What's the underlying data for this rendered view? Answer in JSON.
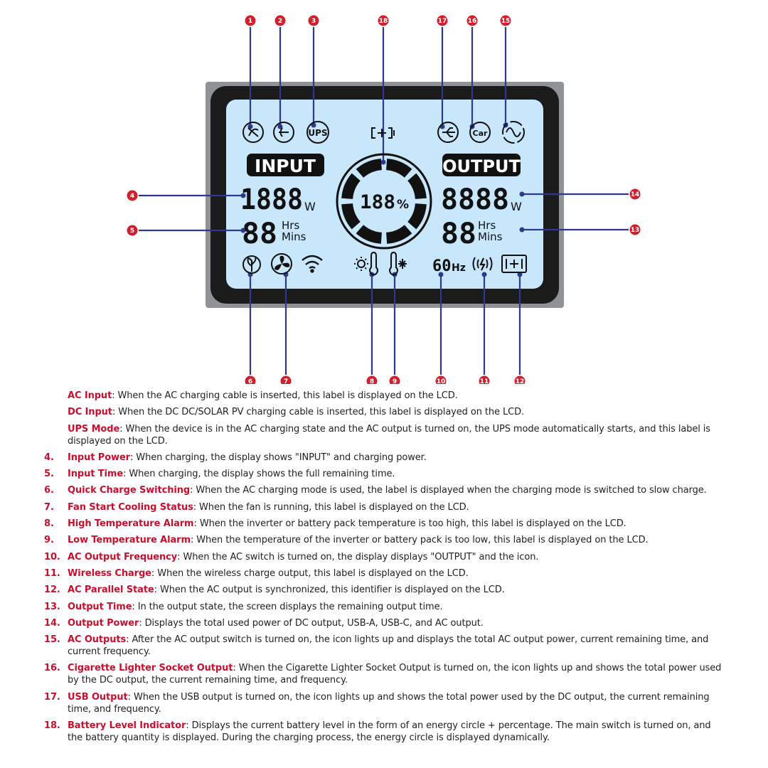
{
  "lcd": {
    "input_label": "INPUT",
    "output_label": "OUTPUT",
    "input_power": "1888",
    "input_power_unit": "W",
    "input_time": "88",
    "output_power": "8888",
    "output_power_unit": "W",
    "output_time": "88",
    "hrs": "Hrs",
    "mins": "Mins",
    "battery_percent": "188",
    "percent_sign": "%",
    "frequency": "60",
    "frequency_unit": "Hz",
    "ups": "UPS",
    "car": "Car"
  },
  "badges": [
    "1",
    "2",
    "3",
    "4",
    "5",
    "6",
    "7",
    "8",
    "9",
    "10",
    "11",
    "12",
    "13",
    "14",
    "15",
    "16",
    "17",
    "18"
  ],
  "icons": {
    "1": "ac-input-icon",
    "2": "dc-input-icon",
    "3": "ups-icon",
    "6": "leaf-icon",
    "7": "fan-icon",
    "8": "high-temp-icon",
    "9": "low-temp-icon",
    "11": "wireless-charge-icon",
    "12": "parallel-icon",
    "15": "ac-output-icon",
    "16": "car-icon",
    "17": "usb-icon",
    "18": "battery-icon"
  },
  "colors": {
    "badge": "#d0202e",
    "leader": "#2d3a8c",
    "lcd": "#c9e7fb",
    "frame": "#1b1b1b",
    "term": "#c8102e"
  },
  "legend": [
    {
      "num": "",
      "term": "AC Input",
      "text": ": When the AC charging cable is inserted, this label is displayed on the LCD."
    },
    {
      "num": "",
      "term": "DC Input",
      "text": ": When the DC DC/SOLAR PV charging cable is inserted, this label is displayed on the LCD."
    },
    {
      "num": "",
      "term": "UPS Mode",
      "text": ": When the device is in the AC charging state and the AC output is turned on, the UPS mode automatically starts, and this label is displayed on the LCD."
    },
    {
      "num": "4.",
      "term": "Input Power",
      "text": ": When charging, the display shows \"INPUT\" and charging power."
    },
    {
      "num": "5.",
      "term": "Input Time",
      "text": ": When charging, the display shows the full remaining time."
    },
    {
      "num": "6.",
      "term": "Quick Charge Switching",
      "text": ": When the AC charging mode is used, the label is displayed when the charging mode is switched to slow charge."
    },
    {
      "num": "7.",
      "term": "Fan Start Cooling Status",
      "text": ": When the fan is running, this label is displayed on the LCD."
    },
    {
      "num": "8.",
      "term": "High Temperature Alarm",
      "text": ": When the inverter or battery pack temperature is too high, this label is displayed on the LCD."
    },
    {
      "num": "9.",
      "term": "Low Temperature Alarm",
      "text": ": When the temperature of the inverter or battery pack is too low, this label is displayed on the LCD."
    },
    {
      "num": "10.",
      "term": "AC Output Frequency",
      "text": ": When the AC switch is turned on, the display displays \"OUTPUT\" and the icon."
    },
    {
      "num": "11.",
      "term": "Wireless Charge",
      "text": ": When the wireless charge output, this label is displayed on the LCD."
    },
    {
      "num": "12.",
      "term": "AC Parallel State",
      "text": ": When the AC output is synchronized, this identifier is displayed on the LCD."
    },
    {
      "num": "13.",
      "term": "Output Time",
      "text": ": In the output state, the screen displays the remaining output time."
    },
    {
      "num": "14.",
      "term": "Output Power",
      "text": ": Displays the total used power of DC output, USB-A, USB-C, and AC output."
    },
    {
      "num": "15.",
      "term": "AC Outputs",
      "text": ": After the AC output switch is turned on, the icon lights up and displays the total AC output power, current remaining time, and current frequency."
    },
    {
      "num": "16.",
      "term": "Cigarette Lighter Socket Output",
      "text": ": When the Cigarette Lighter Socket Output is turned on, the icon lights up and shows the total power used by the DC output, the current remaining time, and frequency."
    },
    {
      "num": "17.",
      "term": "USB Output",
      "text": ": When the USB output is turned on, the icon lights up and shows the total power used by the DC output, the current remaining time, and frequency."
    },
    {
      "num": "18.",
      "term": "Battery Level Indicator",
      "text": ": Displays the current battery level in the form of an energy circle + percentage. The main switch is turned on, and the battery quantity is displayed. During the charging process, the energy circle is displayed dynamically."
    }
  ]
}
